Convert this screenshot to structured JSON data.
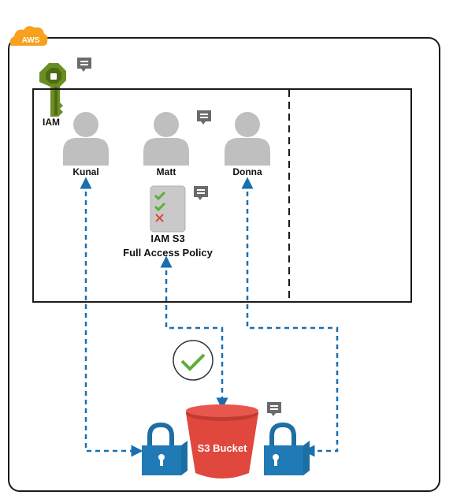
{
  "cloud_badge": {
    "label": "AWS"
  },
  "iam": {
    "label": "IAM"
  },
  "users": [
    {
      "name": "Kunal"
    },
    {
      "name": "Matt"
    },
    {
      "name": "Donna"
    }
  ],
  "policy": {
    "line1": "IAM S3",
    "line2": "Full Access Policy"
  },
  "bucket": {
    "label": "S3 Bucket"
  },
  "colors": {
    "aws_orange": "#F7A11C",
    "iam_green": "#6B8E23",
    "dash_blue": "#1A6FB0",
    "lock_blue": "#1D6FA3",
    "bucket_red": "#E0473D",
    "check_green": "#5EAD3B",
    "user_gray": "#BFBFBF"
  },
  "icons": [
    "comment-icon",
    "user-icon",
    "checklist-icon",
    "check-circle-icon",
    "lock-icon",
    "bucket-icon",
    "key-icon",
    "cloud-icon"
  ]
}
